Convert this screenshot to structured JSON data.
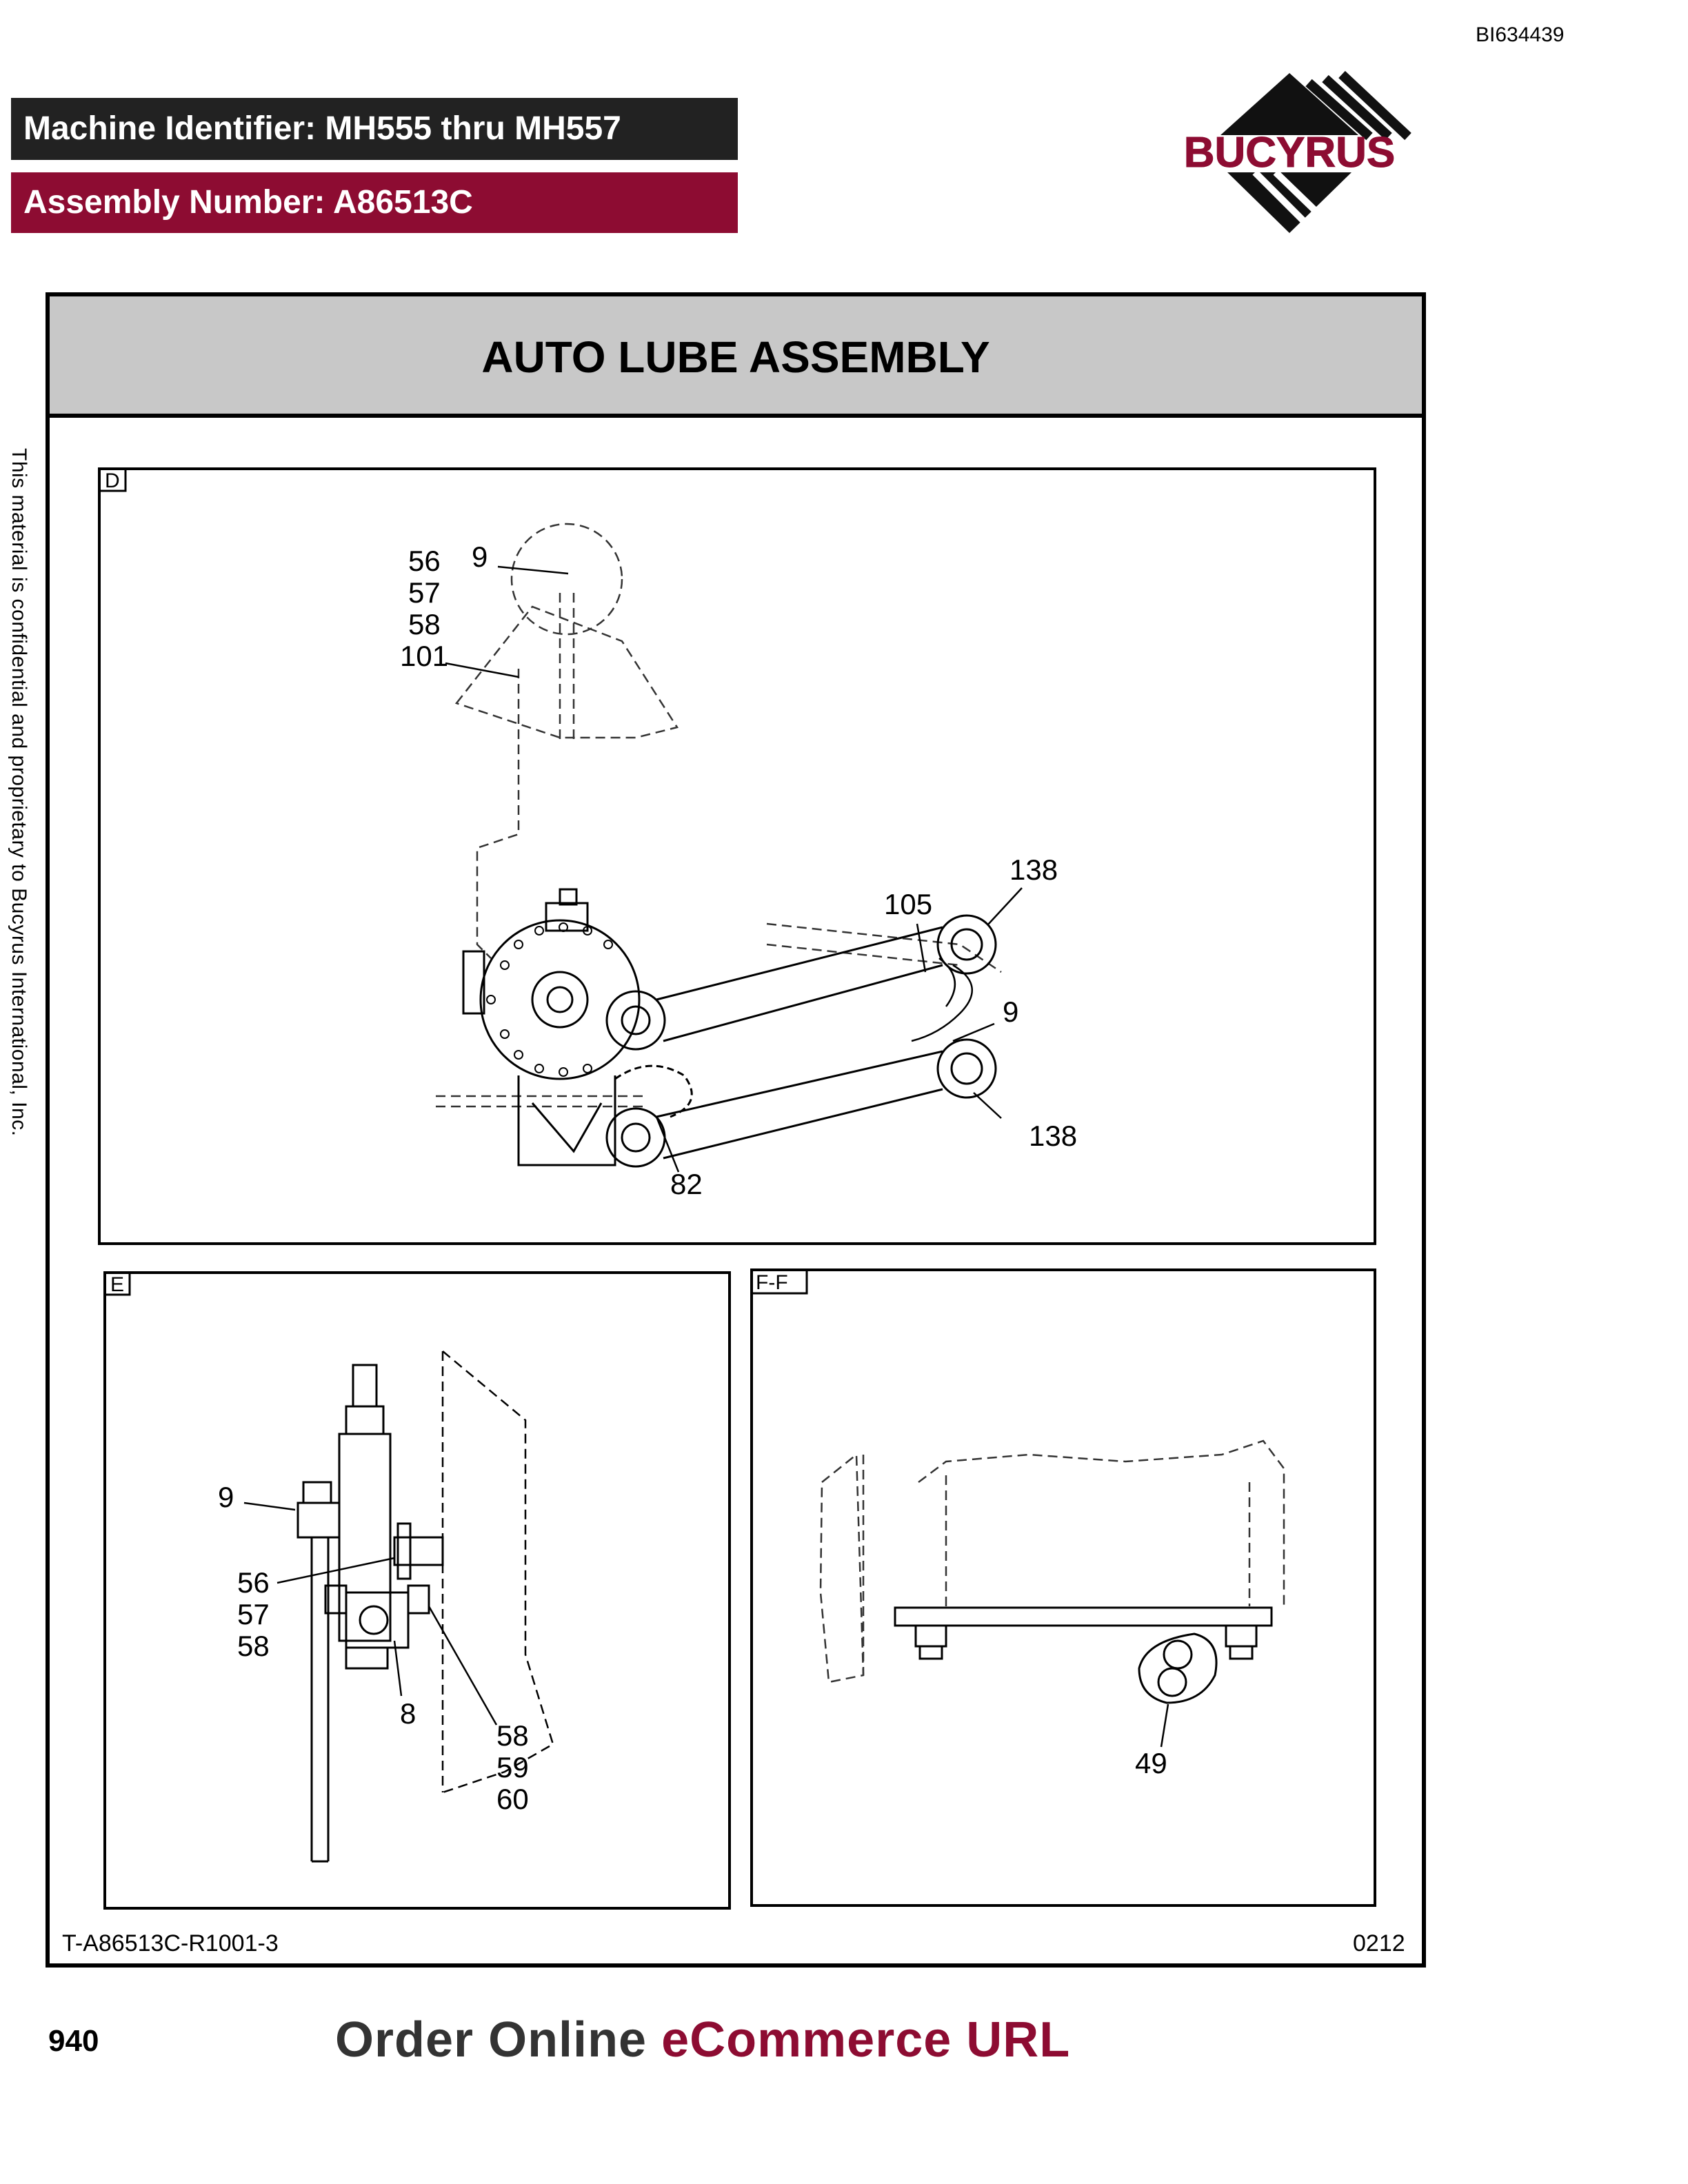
{
  "document_id": "BI634439",
  "header": {
    "machine_identifier": "Machine Identifier: MH555 thru MH557",
    "assembly_number": "Assembly Number: A86513C"
  },
  "logo": {
    "text": "BUCYRUS",
    "icon": "bucyrus-triangle-logo-icon"
  },
  "side_note": "This material is confidential and proprietary to Bucyrus International, Inc.",
  "title": "AUTO LUBE ASSEMBLY",
  "views": {
    "d": {
      "label": "D",
      "callouts": [
        "56",
        "57",
        "58",
        "101",
        "9",
        "138",
        "105",
        "9",
        "138",
        "82"
      ]
    },
    "e": {
      "label": "E",
      "callouts": [
        "9",
        "56",
        "57",
        "58",
        "8",
        "58",
        "59",
        "60"
      ]
    },
    "ff": {
      "label": "F-F",
      "callouts": [
        "49"
      ]
    }
  },
  "footer": {
    "drawing_number": "T-A86513C-R1001-3",
    "revision": "0212",
    "page_number": "940",
    "order_prefix": "Order Online ",
    "order_link": "eCommerce URL"
  },
  "colors": {
    "brand": "#8d0c32",
    "dark_bar": "#222222",
    "title_bg": "#c8c8c8"
  }
}
